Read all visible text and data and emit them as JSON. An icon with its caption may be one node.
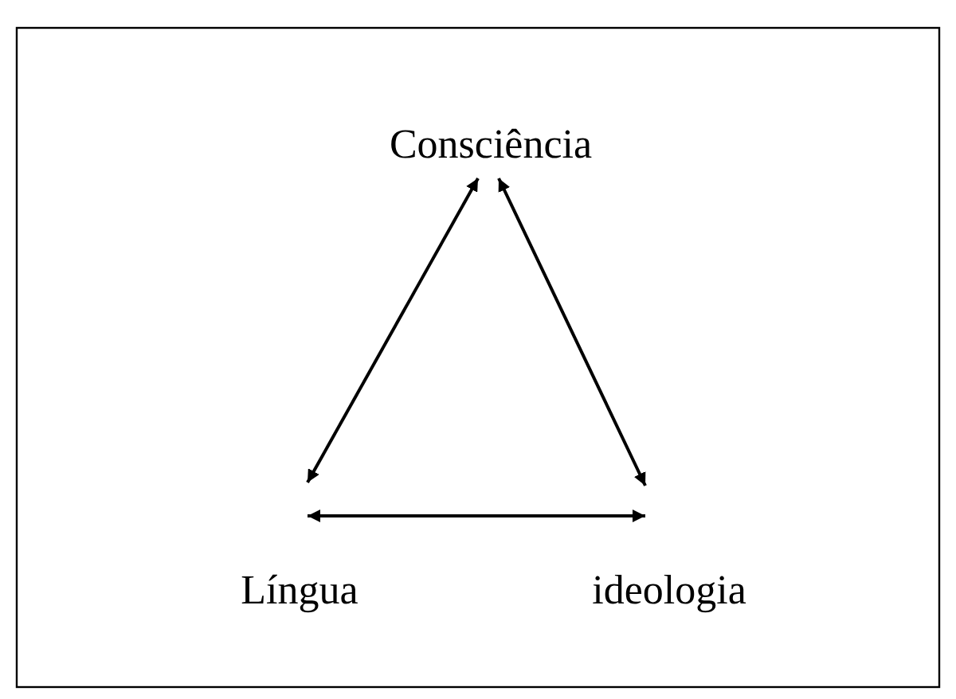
{
  "diagram": {
    "nodes": [
      {
        "text": [
          "Consciência"
        ]
      },
      {
        "text": [
          "Língua"
        ]
      },
      {
        "text": [
          "ideologia"
        ]
      }
    ],
    "edges": [
      {
        "from": 0,
        "to": 1,
        "arrow": "both"
      },
      {
        "from": 0,
        "to": 2,
        "arrow": "both"
      },
      {
        "from": 1,
        "to": 2,
        "arrow": "both"
      }
    ]
  }
}
